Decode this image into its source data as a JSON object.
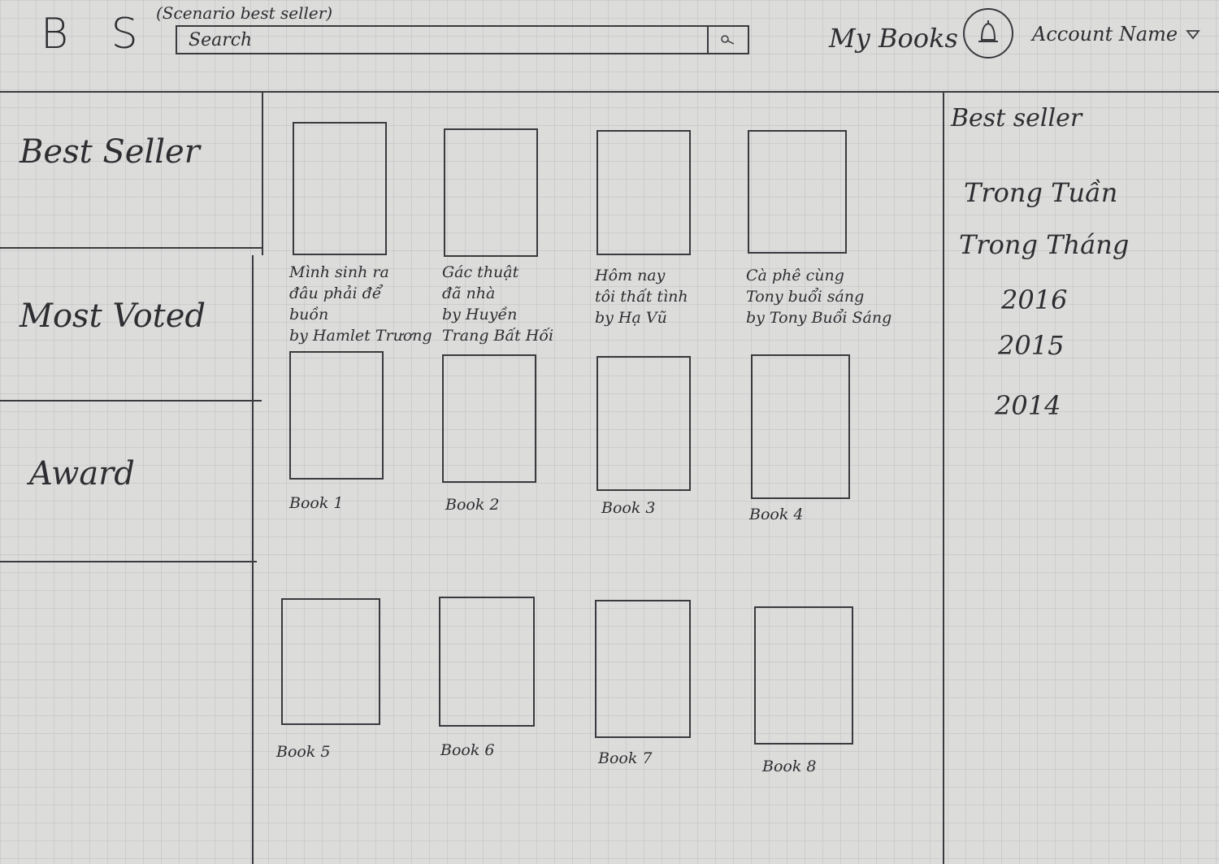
{
  "header": {
    "logo": "B S",
    "scenario_note": "(Scenario  best seller)",
    "search_placeholder": "Search",
    "search_icon": "magnifier-icon",
    "my_books": "My Books",
    "bell_icon": "bell-icon",
    "account_name": "Account Name",
    "dropdown_icon": "triangle-down-icon"
  },
  "sidebar": {
    "items": [
      {
        "label": "Best Seller"
      },
      {
        "label": "Most Voted"
      },
      {
        "label": "Award"
      }
    ]
  },
  "books": [
    {
      "caption": "Mình sinh ra\nđâu phải để\nbuồn\nby Hamlet Trương"
    },
    {
      "caption": "Gác thuật\nđã nhà\nby Huyền\nTrang Bất Hối"
    },
    {
      "caption": "Hôm nay\ntôi thất tình\nby Hạ Vũ"
    },
    {
      "caption": "Cà phê cùng\nTony buổi sáng\nby Tony Buổi Sáng"
    },
    {
      "caption": "Book 1"
    },
    {
      "caption": "Book 2"
    },
    {
      "caption": "Book 3"
    },
    {
      "caption": "Book 4"
    },
    {
      "caption": "Book 5"
    },
    {
      "caption": "Book 6"
    },
    {
      "caption": "Book 7"
    },
    {
      "caption": "Book 8"
    }
  ],
  "right_panel": {
    "title": "Best seller",
    "items": [
      {
        "label": "Trong Tuần"
      },
      {
        "label": "Trong Tháng"
      },
      {
        "label": "2016"
      },
      {
        "label": "2015"
      },
      {
        "label": "2014"
      }
    ]
  }
}
